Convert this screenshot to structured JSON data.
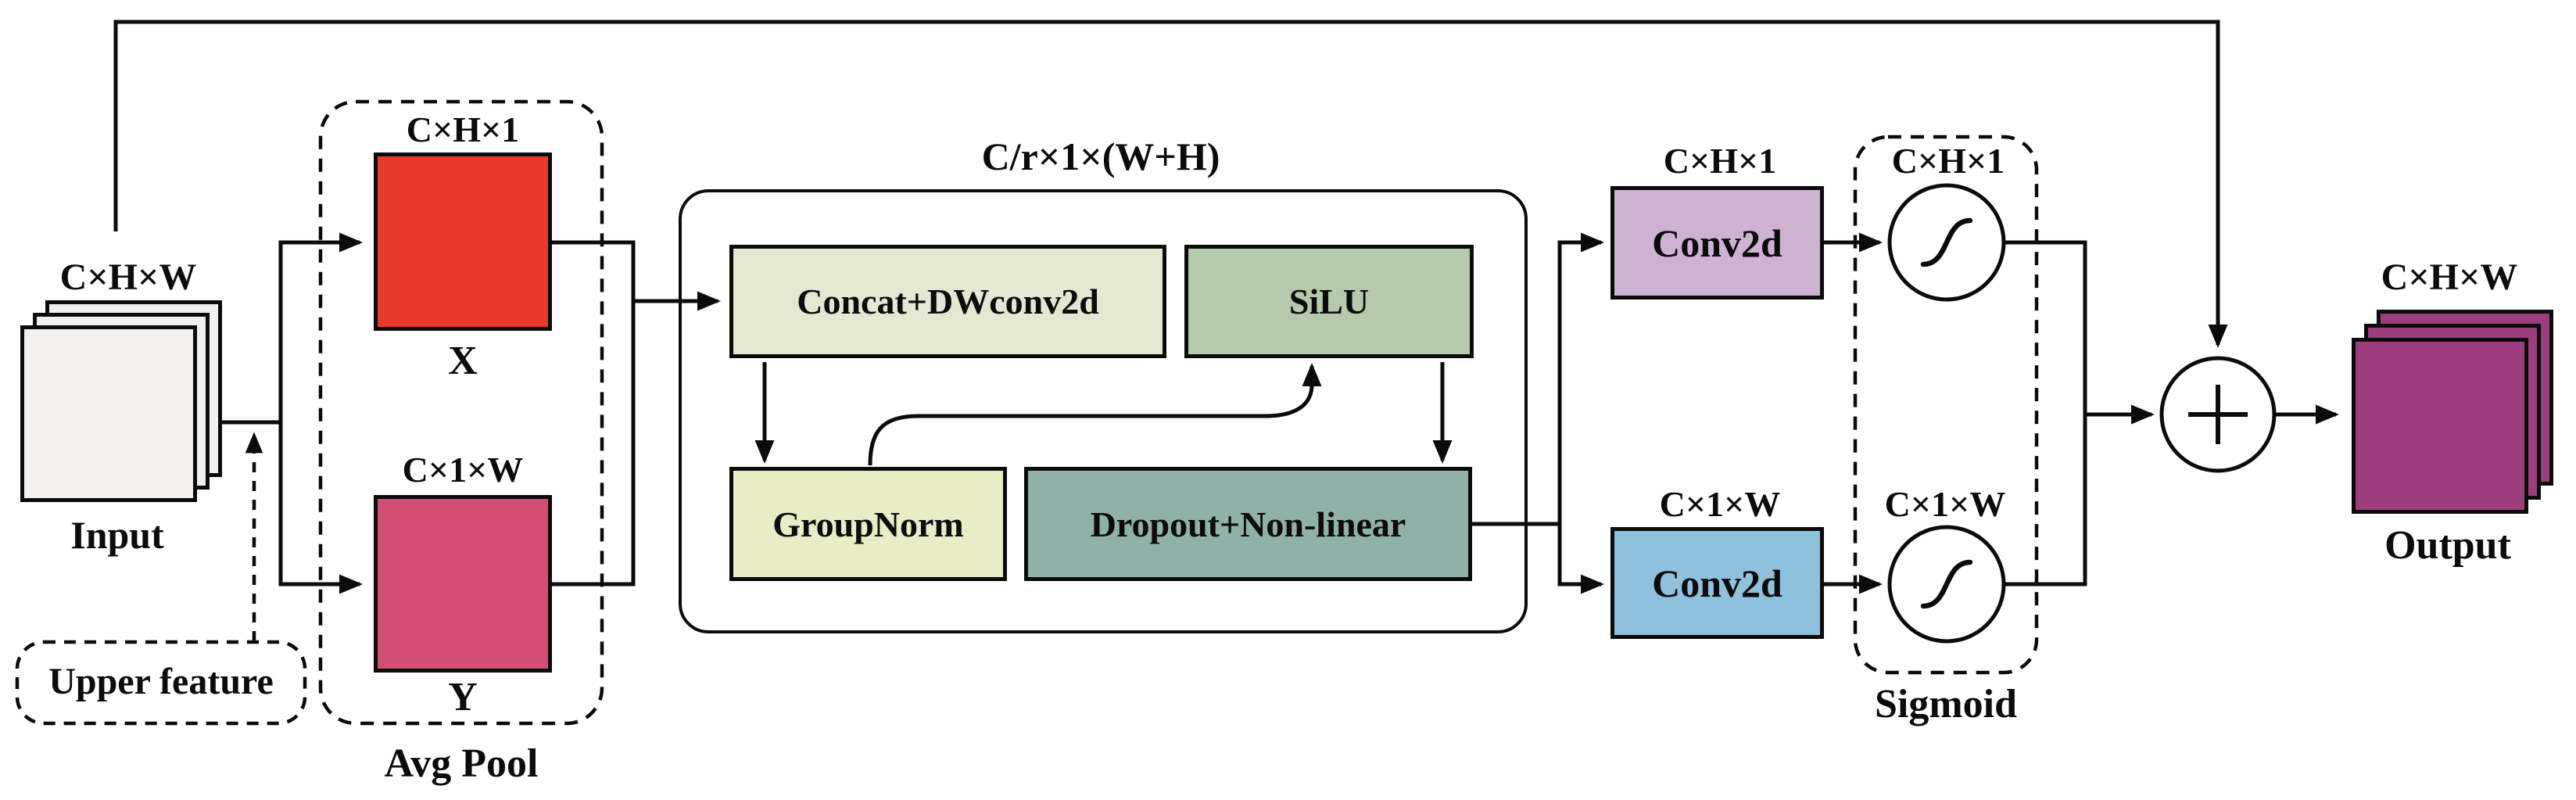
{
  "diagram": {
    "input": {
      "dim": "C×H×W",
      "label": "Input"
    },
    "upper_feature": {
      "label": "Upper feature"
    },
    "avg_pool": {
      "label": "Avg Pool",
      "x_dim": "C×H×1",
      "x_label": "X",
      "y_dim": "C×1×W",
      "y_label": "Y"
    },
    "bottleneck": {
      "title": "C/r×1×(W+H)",
      "concat_label": "Concat+DWconv2d",
      "silu_label": "SiLU",
      "groupnorm_label": "GroupNorm",
      "dropout_label": "Dropout+Non-linear"
    },
    "conv_h": {
      "dim": "C×H×1",
      "label": "Conv2d"
    },
    "conv_w": {
      "dim": "C×1×W",
      "label": "Conv2d"
    },
    "sigmoid": {
      "label": "Sigmoid",
      "h_dim": "C×H×1",
      "w_dim": "C×1×W"
    },
    "add": {
      "symbol": "+"
    },
    "output": {
      "dim": "C×H×W",
      "label": "Output"
    },
    "colors": {
      "line": "#0b0b0b",
      "input_fill": "#f1f0ef",
      "x_fill": "#e8392b",
      "y_fill": "#d34e74",
      "concat_fill": "#e4e8d3",
      "silu_fill": "#b5c9ac",
      "groupnorm_fill": "#e9edc6",
      "dropout_fill": "#8fb1a8",
      "conv_h_fill": "#cdb2d3",
      "conv_w_fill": "#8fc1dc",
      "output_fill": "#9c3d7d"
    }
  }
}
